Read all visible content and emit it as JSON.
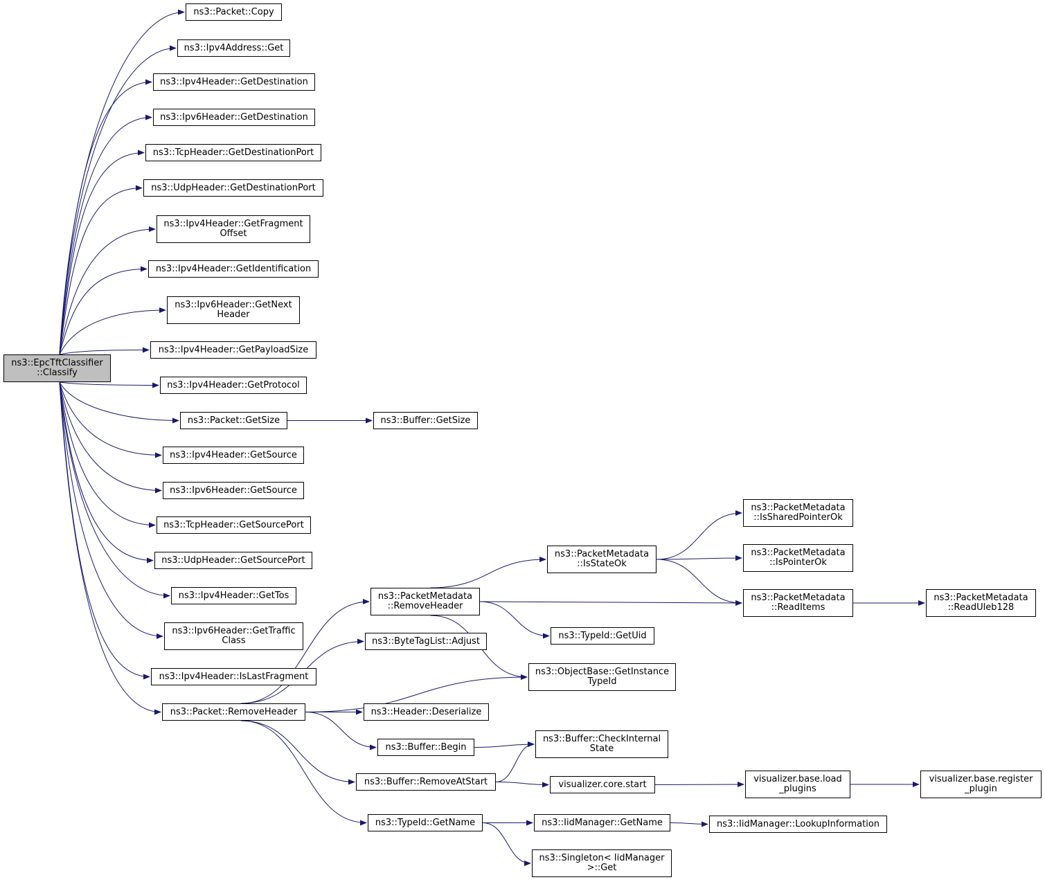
{
  "diagram": {
    "type": "call-graph",
    "edge_color": "#191970",
    "root_fill": "#bfbfbf",
    "nodes": [
      {
        "id": "root",
        "lines": [
          "ns3::EpcTftClassifier",
          "::Classify"
        ],
        "root": true
      },
      {
        "id": "packet_copy",
        "lines": [
          "ns3::Packet::Copy"
        ]
      },
      {
        "id": "ipv4address_get",
        "lines": [
          "ns3::Ipv4Address::Get"
        ]
      },
      {
        "id": "ipv4_getdestination",
        "lines": [
          "ns3::Ipv4Header::GetDestination"
        ]
      },
      {
        "id": "ipv6_getdestination",
        "lines": [
          "ns3::Ipv6Header::GetDestination"
        ]
      },
      {
        "id": "tcp_getdestinationport",
        "lines": [
          "ns3::TcpHeader::GetDestinationPort"
        ]
      },
      {
        "id": "udp_getdestinationport",
        "lines": [
          "ns3::UdpHeader::GetDestinationPort"
        ]
      },
      {
        "id": "ipv4_getfragmentoffset",
        "lines": [
          "ns3::Ipv4Header::GetFragment",
          "Offset"
        ]
      },
      {
        "id": "ipv4_getidentification",
        "lines": [
          "ns3::Ipv4Header::GetIdentification"
        ]
      },
      {
        "id": "ipv6_getnextheader",
        "lines": [
          "ns3::Ipv6Header::GetNext",
          "Header"
        ]
      },
      {
        "id": "ipv4_getpayloadsize",
        "lines": [
          "ns3::Ipv4Header::GetPayloadSize"
        ]
      },
      {
        "id": "ipv4_getprotocol",
        "lines": [
          "ns3::Ipv4Header::GetProtocol"
        ]
      },
      {
        "id": "packet_getsize",
        "lines": [
          "ns3::Packet::GetSize"
        ]
      },
      {
        "id": "buffer_getsize",
        "lines": [
          "ns3::Buffer::GetSize"
        ]
      },
      {
        "id": "ipv4_getsource",
        "lines": [
          "ns3::Ipv4Header::GetSource"
        ]
      },
      {
        "id": "ipv6_getsource",
        "lines": [
          "ns3::Ipv6Header::GetSource"
        ]
      },
      {
        "id": "tcp_getsourceport",
        "lines": [
          "ns3::TcpHeader::GetSourcePort"
        ]
      },
      {
        "id": "udp_getsourceport",
        "lines": [
          "ns3::UdpHeader::GetSourcePort"
        ]
      },
      {
        "id": "ipv4_gettos",
        "lines": [
          "ns3::Ipv4Header::GetTos"
        ]
      },
      {
        "id": "ipv6_gettrafficclass",
        "lines": [
          "ns3::Ipv6Header::GetTraffic",
          "Class"
        ]
      },
      {
        "id": "ipv4_islastfragment",
        "lines": [
          "ns3::Ipv4Header::IsLastFragment"
        ]
      },
      {
        "id": "packet_removeheader",
        "lines": [
          "ns3::Packet::RemoveHeader"
        ]
      },
      {
        "id": "pm_removeheader",
        "lines": [
          "ns3::PacketMetadata",
          "::RemoveHeader"
        ]
      },
      {
        "id": "bytetaglist_adjust",
        "lines": [
          "ns3::ByteTagList::Adjust"
        ]
      },
      {
        "id": "header_deserialize",
        "lines": [
          "ns3::Header::Deserialize"
        ]
      },
      {
        "id": "buffer_begin",
        "lines": [
          "ns3::Buffer::Begin"
        ]
      },
      {
        "id": "buffer_removeatstart",
        "lines": [
          "ns3::Buffer::RemoveAtStart"
        ]
      },
      {
        "id": "typeid_getname",
        "lines": [
          "ns3::TypeId::GetName"
        ]
      },
      {
        "id": "pm_isstateok",
        "lines": [
          "ns3::PacketMetadata",
          "::IsStateOk"
        ]
      },
      {
        "id": "typeid_getuid",
        "lines": [
          "ns3::TypeId::GetUid"
        ]
      },
      {
        "id": "objectbase_getinstancetypeid",
        "lines": [
          "ns3::ObjectBase::GetInstance",
          "TypeId"
        ]
      },
      {
        "id": "buffer_checkinternalstate",
        "lines": [
          "ns3::Buffer::CheckInternal",
          "State"
        ]
      },
      {
        "id": "vis_core_start",
        "lines": [
          "visualizer.core.start"
        ]
      },
      {
        "id": "iidmanager_getname",
        "lines": [
          "ns3::IidManager::GetName"
        ]
      },
      {
        "id": "singleton_get",
        "lines": [
          "ns3::Singleton< IidManager",
          ">::Get"
        ]
      },
      {
        "id": "pm_issharedpointerok",
        "lines": [
          "ns3::PacketMetadata",
          "::IsSharedPointerOk"
        ]
      },
      {
        "id": "pm_ispointerok",
        "lines": [
          "ns3::PacketMetadata",
          "::IsPointerOk"
        ]
      },
      {
        "id": "pm_readitems",
        "lines": [
          "ns3::PacketMetadata",
          "::ReadItems"
        ]
      },
      {
        "id": "pm_readuleb128",
        "lines": [
          "ns3::PacketMetadata",
          "::ReadUleb128"
        ]
      },
      {
        "id": "vis_base_load_plugins",
        "lines": [
          "visualizer.base.load",
          "_plugins"
        ]
      },
      {
        "id": "vis_base_register_plugin",
        "lines": [
          "visualizer.base.register",
          "_plugin"
        ]
      },
      {
        "id": "iidmanager_lookupinformation",
        "lines": [
          "ns3::IidManager::LookupInformation"
        ]
      }
    ],
    "edges": [
      [
        "root",
        "packet_copy"
      ],
      [
        "root",
        "ipv4address_get"
      ],
      [
        "root",
        "ipv4_getdestination"
      ],
      [
        "root",
        "ipv6_getdestination"
      ],
      [
        "root",
        "tcp_getdestinationport"
      ],
      [
        "root",
        "udp_getdestinationport"
      ],
      [
        "root",
        "ipv4_getfragmentoffset"
      ],
      [
        "root",
        "ipv4_getidentification"
      ],
      [
        "root",
        "ipv6_getnextheader"
      ],
      [
        "root",
        "ipv4_getpayloadsize"
      ],
      [
        "root",
        "ipv4_getprotocol"
      ],
      [
        "root",
        "packet_getsize"
      ],
      [
        "root",
        "ipv4_getsource"
      ],
      [
        "root",
        "ipv6_getsource"
      ],
      [
        "root",
        "tcp_getsourceport"
      ],
      [
        "root",
        "udp_getsourceport"
      ],
      [
        "root",
        "ipv4_gettos"
      ],
      [
        "root",
        "ipv6_gettrafficclass"
      ],
      [
        "root",
        "ipv4_islastfragment"
      ],
      [
        "root",
        "packet_removeheader"
      ],
      [
        "packet_getsize",
        "buffer_getsize"
      ],
      [
        "packet_removeheader",
        "pm_removeheader"
      ],
      [
        "packet_removeheader",
        "bytetaglist_adjust"
      ],
      [
        "packet_removeheader",
        "objectbase_getinstancetypeid"
      ],
      [
        "packet_removeheader",
        "header_deserialize"
      ],
      [
        "packet_removeheader",
        "buffer_begin"
      ],
      [
        "packet_removeheader",
        "buffer_removeatstart"
      ],
      [
        "packet_removeheader",
        "typeid_getname"
      ],
      [
        "pm_removeheader",
        "pm_isstateok"
      ],
      [
        "pm_removeheader",
        "pm_readitems"
      ],
      [
        "pm_removeheader",
        "typeid_getuid"
      ],
      [
        "pm_removeheader",
        "objectbase_getinstancetypeid"
      ],
      [
        "pm_isstateok",
        "pm_issharedpointerok"
      ],
      [
        "pm_isstateok",
        "pm_ispointerok"
      ],
      [
        "pm_isstateok",
        "pm_readitems"
      ],
      [
        "pm_readitems",
        "pm_readuleb128"
      ],
      [
        "buffer_begin",
        "buffer_checkinternalstate"
      ],
      [
        "buffer_removeatstart",
        "buffer_checkinternalstate"
      ],
      [
        "buffer_removeatstart",
        "vis_core_start"
      ],
      [
        "vis_core_start",
        "vis_base_load_plugins"
      ],
      [
        "vis_base_load_plugins",
        "vis_base_register_plugin"
      ],
      [
        "typeid_getname",
        "iidmanager_getname"
      ],
      [
        "typeid_getname",
        "singleton_get"
      ],
      [
        "iidmanager_getname",
        "iidmanager_lookupinformation"
      ]
    ]
  }
}
